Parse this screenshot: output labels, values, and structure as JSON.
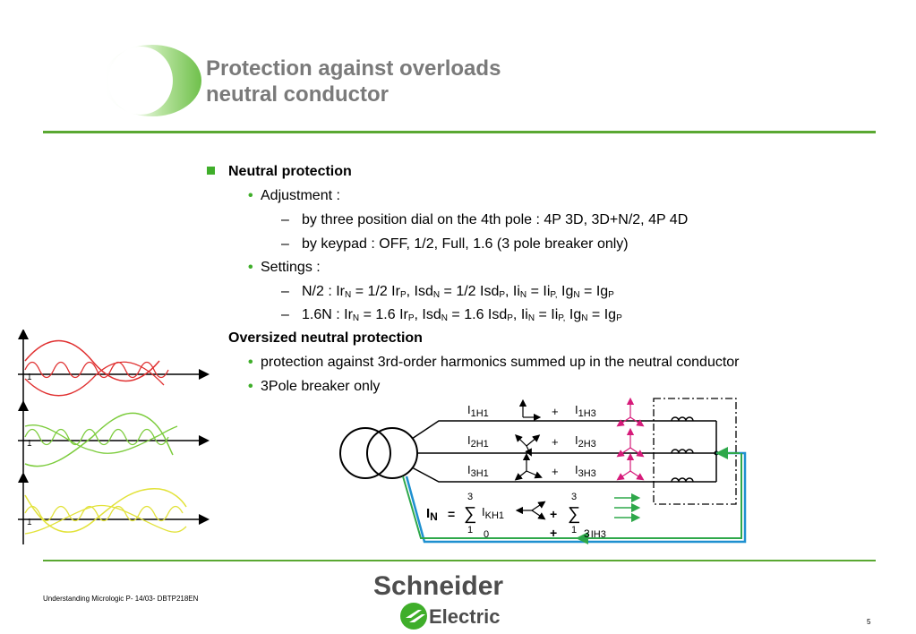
{
  "header": {
    "title_line1": "Protection against overloads",
    "title_line2": "neutral conductor"
  },
  "content": {
    "h1": "Neutral protection",
    "adjustment": "Adjustment :",
    "adj_item1": "by three position dial on the 4th pole : 4P 3D, 3D+N/2, 4P 4D",
    "adj_item2": "by keypad : OFF, 1/2, Full, 1.6  (3 pole breaker only)",
    "settings": "Settings :",
    "dash": "–",
    "set1": {
      "a": "N/2 : Ir",
      "a_sub": "N",
      "b": " = 1/2 Ir",
      "b_sub": "P",
      "c": ", Isd",
      "c_sub": "N",
      "d": " = 1/2 Isd",
      "d_sub": "P",
      "e": ", Ii",
      "e_sub": "N",
      "f": " = Ii",
      "f_sub": "P,",
      "g": " Ig",
      "g_sub": "N",
      "h": " = Ig",
      "h_sub": "P"
    },
    "set2": {
      "a": "1.6N : Ir",
      "a_sub": "N",
      "b": " = 1.6 Ir",
      "b_sub": "P",
      "c": ", Isd",
      "c_sub": "N",
      "d": " = 1.6 Isd",
      "d_sub": "P",
      "e": ", Ii",
      "e_sub": "N",
      "f": " = Ii",
      "f_sub": "P,",
      "g": " Ig",
      "g_sub": "N",
      "h": " = Ig",
      "h_sub": "P"
    },
    "h2": "Oversized  neutral protection",
    "item_harm": "protection against 3rd-order harmonics summed up in the neutral conductor",
    "item_3pole": "3Pole  breaker only",
    "bullet": "•"
  },
  "diagram": {
    "plus": "+",
    "r1_left_main": "I",
    "r1_left_sub": "1H1",
    "r1_right_main": "I",
    "r1_right_sub": "1H3",
    "r2_left_main": "I",
    "r2_left_sub": "2H1",
    "r2_right_main": "I",
    "r2_right_sub": "2H3",
    "r3_left_main": "I",
    "r3_left_sub": "3H1",
    "r3_right_main": "I",
    "r3_right_sub": "3H3",
    "in_label": "I",
    "in_sub": "N",
    "equals": "=",
    "sigma": "∑",
    "sum_top": "3",
    "sum_bottom": "1",
    "ikh1_main": "I",
    "ikh1_sub": "KH1",
    "zero": "0",
    "three_ih3": "3",
    "ih3_main": "I",
    "ih3_sub": "IH3"
  },
  "waves": {
    "marker_label": "1"
  },
  "footer": {
    "left_text": "Understanding Micrologic P- 14/03- DBTP218EN",
    "page_number": "5",
    "brand_line1": "Schneider",
    "brand_line2": "Electric"
  },
  "colors": {
    "accent_green": "#5aa832",
    "title_gray": "#7a7a7a",
    "wave_red": "#e03030",
    "wave_green": "#7ccc3c",
    "wave_yellow": "#e2e23a",
    "arrow_magenta": "#d61b7a",
    "arrow_green": "#2ea84a",
    "wire_blue": "#1e90d0",
    "brand_gray": "#4d4d4d"
  }
}
